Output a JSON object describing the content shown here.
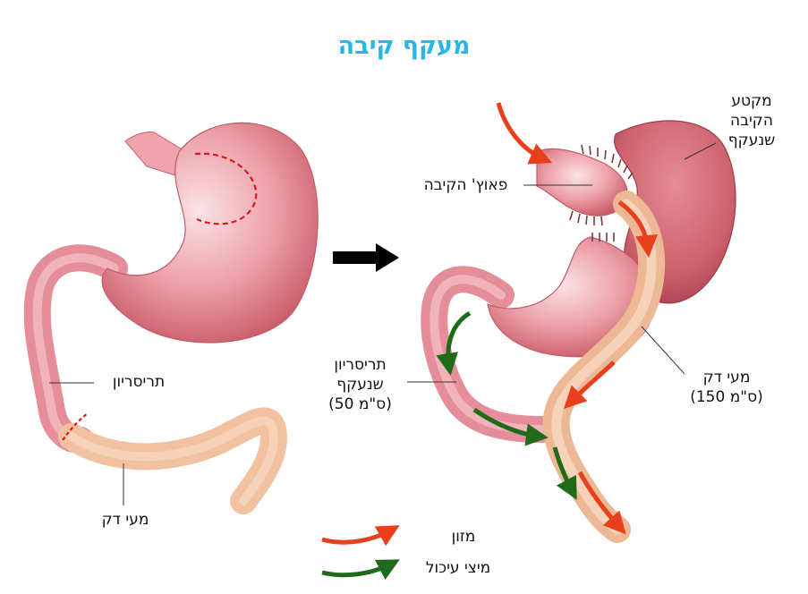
{
  "title": "מעקף קיבה",
  "labels": {
    "duodenum_before": "תריסריון",
    "small_intestine_before": "מעי דק",
    "bypassed_stomach_line1": "מקטע",
    "bypassed_stomach_line2": "הקיבה",
    "bypassed_stomach_line3": "שנעקף",
    "stomach_pouch": "פאוץ' הקיבה",
    "bypassed_duodenum_line1": "תריסריון",
    "bypassed_duodenum_line2": "שנעקף",
    "bypassed_duodenum_line3": "(50 ס\"מ)",
    "small_intestine_after_line1": "מעי דק",
    "small_intestine_after_line2": "(150 ס\"מ)"
  },
  "legend": {
    "food": "מזון",
    "digestive_juices": "מיצי עיכול"
  },
  "colors": {
    "title": "#29b6e6",
    "food_arrow": "#e8401c",
    "digestive_arrow": "#1f6b1a",
    "stomach": "#e27b88",
    "intestine": "#f2c1a0"
  }
}
